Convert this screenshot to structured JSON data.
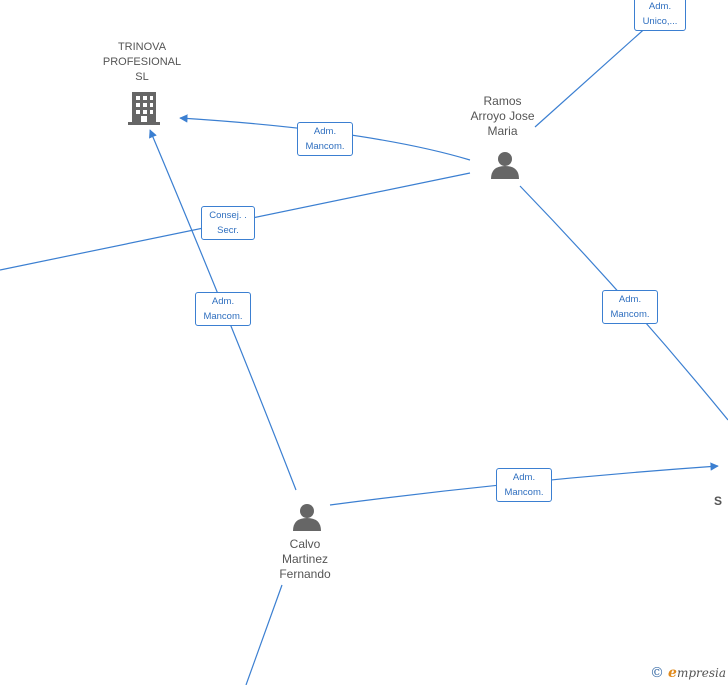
{
  "nodes": {
    "trinova": {
      "label_lines": [
        "TRINOVA",
        "PROFESIONAL",
        "SL"
      ]
    },
    "ramos": {
      "label_lines": [
        "Ramos",
        "Arroyo Jose",
        "Maria"
      ]
    },
    "calvo": {
      "label_lines": [
        "Calvo",
        "Martinez",
        "Fernando"
      ]
    },
    "offscreen_right": {
      "label_lines": [
        "S"
      ]
    }
  },
  "edges": {
    "e1": {
      "label_lines": [
        "Adm.",
        "Mancom."
      ]
    },
    "e2": {
      "label_lines": [
        "Consej. .",
        "Secr."
      ]
    },
    "e3": {
      "label_lines": [
        "Adm.",
        "Mancom."
      ]
    },
    "e4": {
      "label_lines": [
        "Adm.",
        "Mancom."
      ]
    },
    "e5": {
      "label_lines": [
        "Adm.",
        "Mancom."
      ]
    },
    "e6": {
      "label_lines": [
        "Adm.",
        "Unico,..."
      ]
    }
  },
  "brand": {
    "copyright": "©",
    "initial": "e",
    "name": "mpresia"
  },
  "colors": {
    "edge": "#3b7fd1",
    "icon": "#666666"
  }
}
